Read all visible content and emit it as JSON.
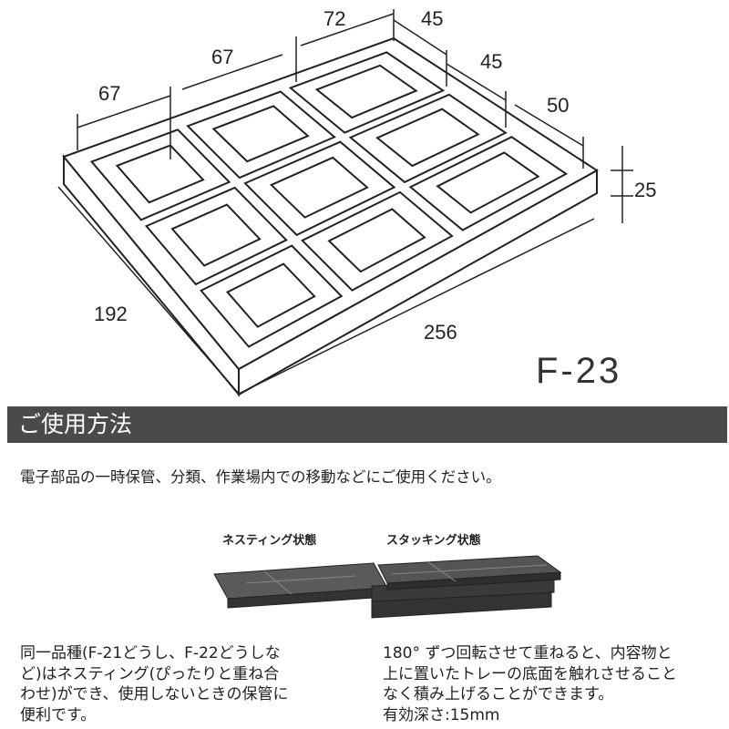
{
  "dimensions": {
    "top": [
      "67",
      "67",
      "72"
    ],
    "right": [
      "45",
      "45",
      "50"
    ],
    "height": "25",
    "width_left": "192",
    "length_front": "256"
  },
  "model": "F-23",
  "section_title": "ご使用方法",
  "intro": "電子部品の一時保管、分類、作業場内での移動などにご使用ください。",
  "captions": {
    "nesting": "ネスティング状態",
    "stacking": "スタッキング状態"
  },
  "nesting_text": "同一品種(F-21どうし、F-22どうしな\nど)はネスティング(ぴったりと重ね合\nわせ)ができ、使用しないときの保管に\n便利です。",
  "stacking_text": "180° ずつ回転させて重ねると、内容物と\n上に置いたトレーの底面を触れさせること\nなく積み上げることができます。\n有効深さ:15mm"
}
